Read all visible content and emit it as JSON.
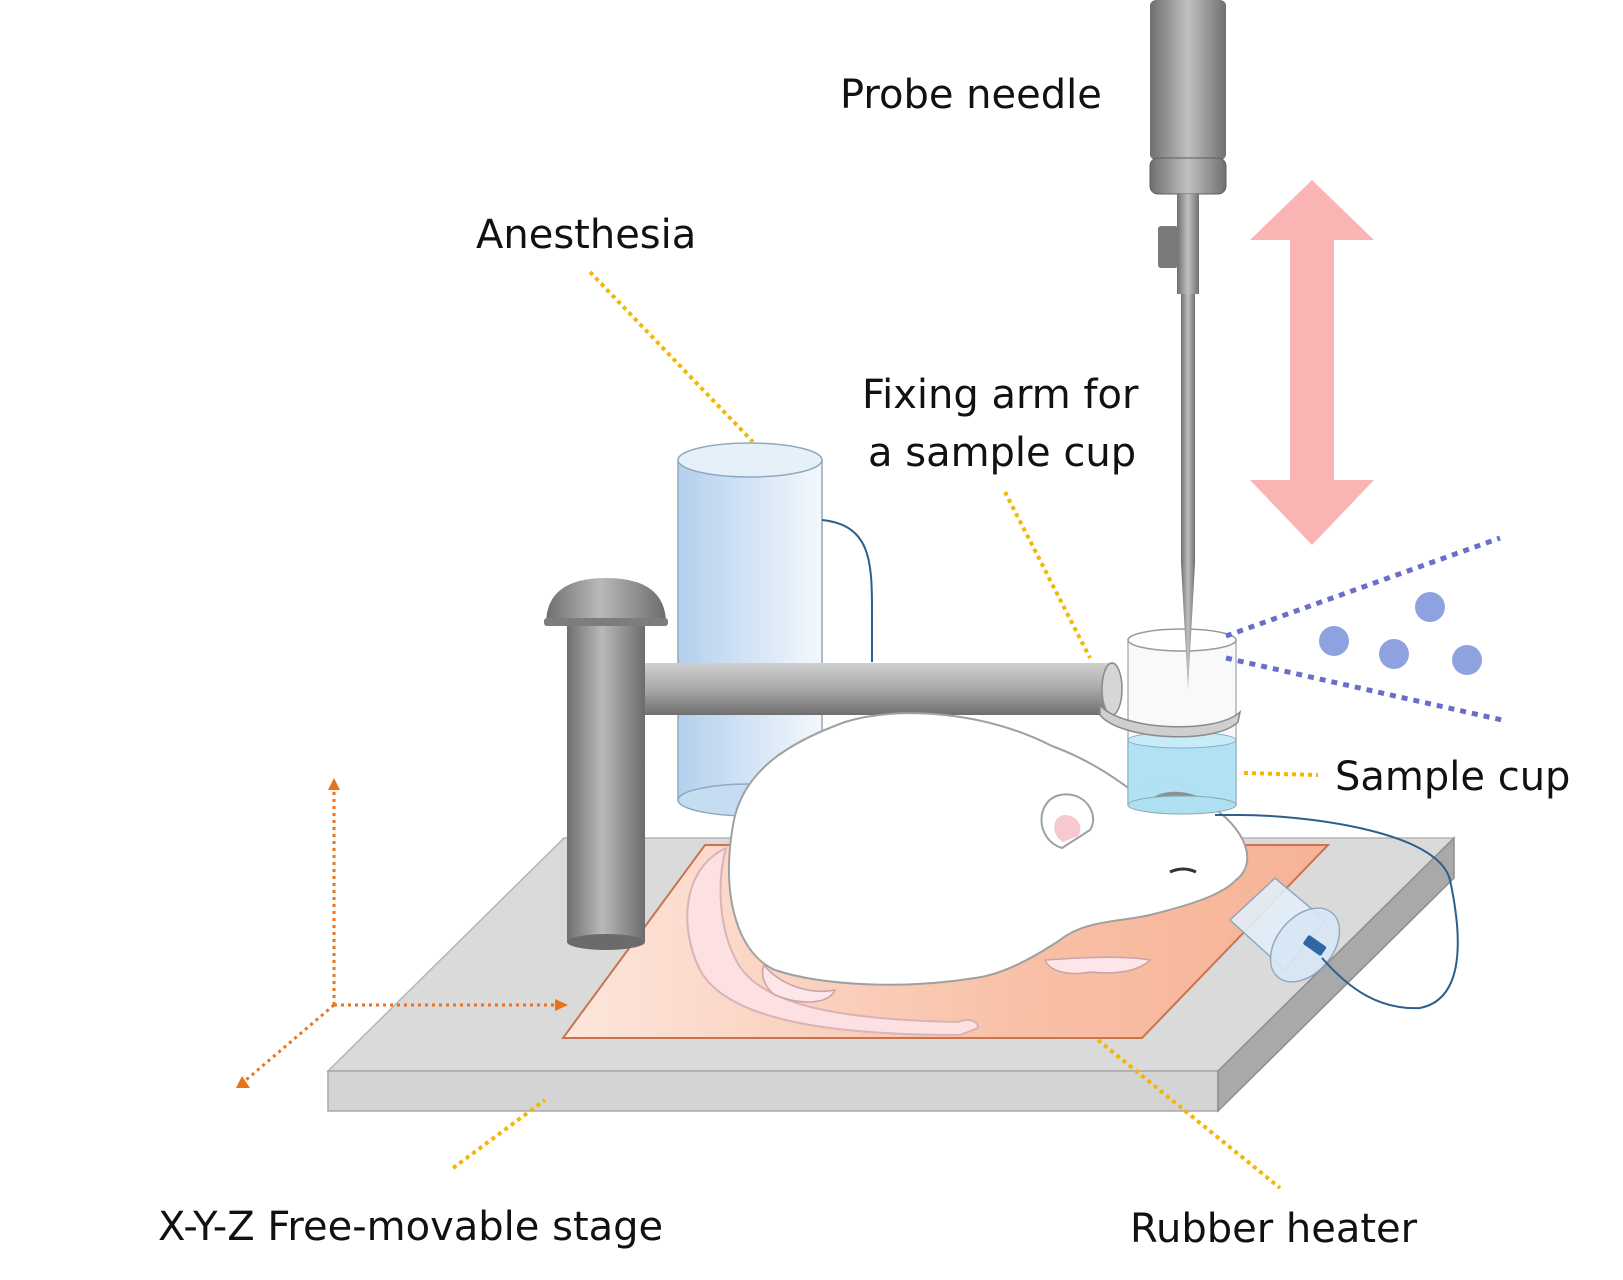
{
  "labels": {
    "probe_needle": "Probe needle",
    "anesthesia": "Anesthesia",
    "fixing_arm_line1": "Fixing arm for",
    "fixing_arm_line2": "a sample cup",
    "sample_cup": "Sample cup",
    "stage": "X-Y-Z Free-movable stage",
    "rubber_heater": "Rubber heater"
  },
  "colors": {
    "leader_line": "#f2b705",
    "axis_arrows": "#e8731a",
    "motion_arrow": "#fbb4b4",
    "ion_cone": "#6a6ec8",
    "ion_dots": "#8ea2e0",
    "stage": "#d6d6d6",
    "heater": "#f8c4ad",
    "anesthesia_tube": "#c9def2",
    "metal": "#9a9a9a",
    "tubing": "#2e5f8a"
  }
}
